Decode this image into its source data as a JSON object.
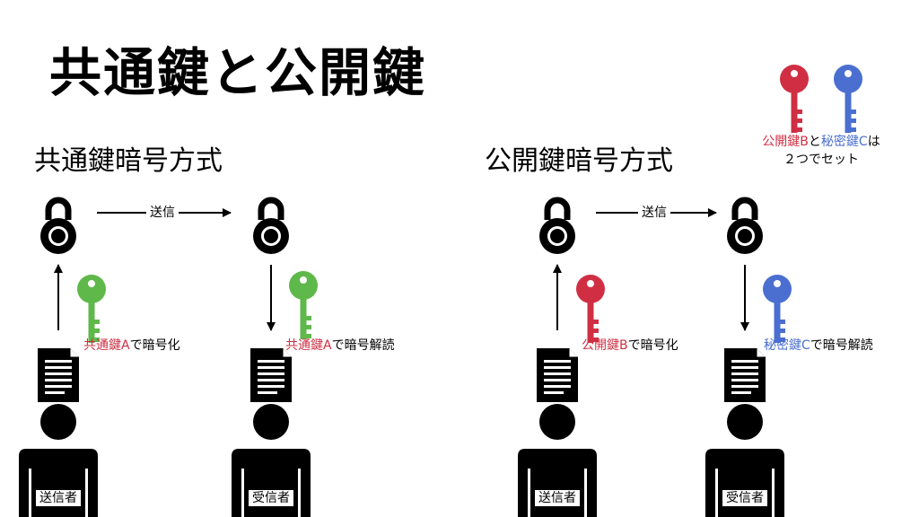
{
  "title": "共通鍵と公開鍵",
  "legend": {
    "key_b": "公開鍵B",
    "to": "と",
    "key_c": "秘密鍵C",
    "wa": "は",
    "line2": "２つでセット"
  },
  "common": {
    "heading": "共通鍵暗号方式",
    "send_label": "送信",
    "encrypt_key": "共通鍵A",
    "encrypt_suffix": "で暗号化",
    "decrypt_key": "共通鍵A",
    "decrypt_suffix": "で暗号解読",
    "sender": "送信者",
    "receiver": "受信者"
  },
  "public": {
    "heading": "公開鍵暗号方式",
    "send_label": "送信",
    "encrypt_key": "公開鍵B",
    "encrypt_suffix": "で暗号化",
    "decrypt_key": "秘密鍵C",
    "decrypt_suffix": "で暗号解読",
    "sender": "送信者",
    "receiver": "受信者"
  },
  "colors": {
    "red": "#d02f43",
    "blue": "#4a6fd0",
    "green": "#5fb84a"
  },
  "icons": {
    "lock": "padlock-icon",
    "key": "key-icon",
    "document": "document-icon",
    "person": "person-icon"
  }
}
